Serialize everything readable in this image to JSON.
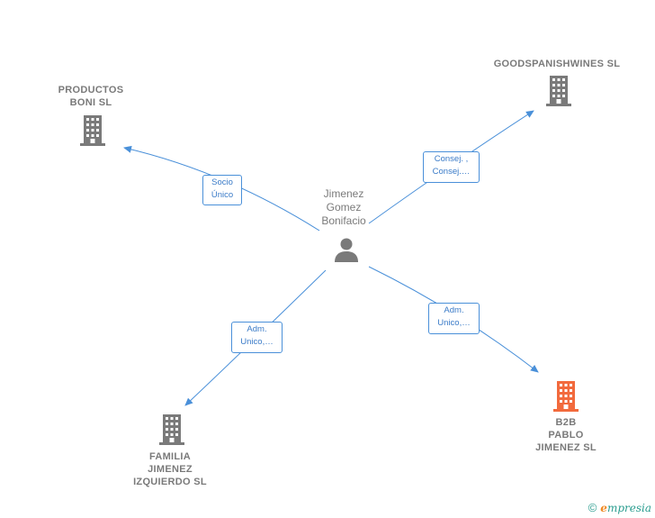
{
  "center": {
    "name": "Jimenez\nGomez\nBonifacio"
  },
  "companies": {
    "productos": {
      "label": "PRODUCTOS\nBONI  SL"
    },
    "goodspanish": {
      "label": "GOODSPANISHWINES SL"
    },
    "b2b": {
      "label": "B2B\nPABLO\nJIMENEZ  SL"
    },
    "familia": {
      "label": "FAMILIA\nJIMENEZ\nIZQUIERDO SL"
    }
  },
  "relations": {
    "productos": "Socio\nÚnico",
    "goodspanish": "Consej. ,\nConsej.…",
    "b2b": "Adm.\nUnico,…",
    "familia": "Adm.\nUnico,…"
  },
  "colors": {
    "line": "#4a90d9",
    "building": "#7a7a7a",
    "building_highlight": "#f26a3d",
    "person": "#7a7a7a"
  },
  "footer": {
    "copyright_symbol": "©",
    "brand_e": "e",
    "brand_rest": "mpresia"
  }
}
